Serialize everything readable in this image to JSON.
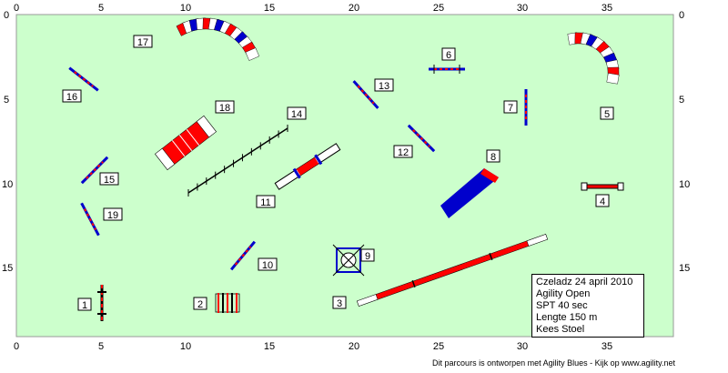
{
  "colors": {
    "field": "#ccffcc",
    "border": "#999999",
    "jump_bar": "#ff0000",
    "wing": "#0000cc",
    "tunnel_red": "#ff0000",
    "tunnel_blue": "#0000cc",
    "tunnel_white": "#ffffff",
    "contact": "#ffffff",
    "weave_pole": "#000000"
  },
  "axis": {
    "x_labels_top": [
      "0",
      "5",
      "10",
      "15",
      "20",
      "25",
      "30",
      "35"
    ],
    "x_labels_bottom": [
      "0",
      "5",
      "10",
      "15",
      "20",
      "25",
      "30",
      "35"
    ],
    "y_labels_left": [
      "0",
      "5",
      "10",
      "15"
    ],
    "y_labels_right": [
      "0",
      "5",
      "10",
      "15"
    ]
  },
  "obstacle_labels": [
    "1",
    "2",
    "3",
    "4",
    "5",
    "6",
    "7",
    "8",
    "9",
    "10",
    "11",
    "12",
    "13",
    "14",
    "15",
    "16",
    "17",
    "18",
    "19"
  ],
  "info": {
    "line1": "Czeladz 24 april 2010",
    "line2": "Agility Open",
    "line3": "SPT 40 sec",
    "line4": "Lengte 150 m",
    "line5": "Kees Stoel"
  },
  "footer": "Dit parcours is ontworpen met Agility Blues - Kijk op www.agility.net"
}
